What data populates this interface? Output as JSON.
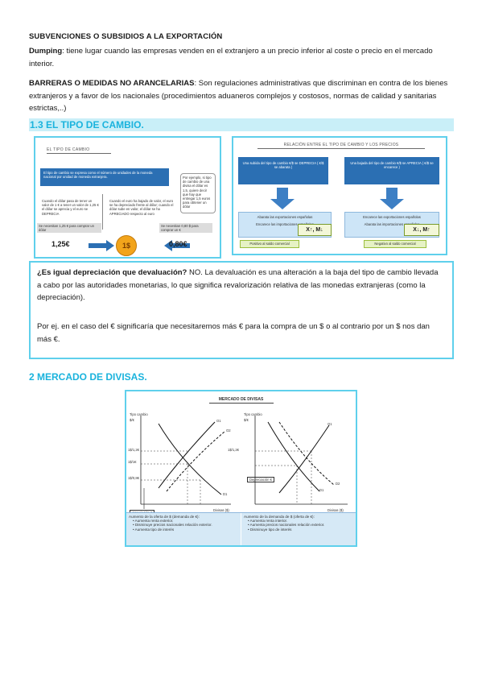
{
  "subsidies": {
    "heading": "SUBVENCIONES O SUBSIDIOS A LA EXPORTACIÓN",
    "dumping_term": "Dumping",
    "dumping_text": ": tiene lugar cuando las empresas venden en el extranjero a un precio inferior al coste o precio en el mercado interior.",
    "barriers_term": "BARRERAS O MEDIDAS NO ARANCELARIAS",
    "barriers_text": ": Son regulaciones administrativas que discriminan en contra de los bienes extranjeros y a favor de los nacionales (procedimientos aduaneros complejos y costosos, normas de calidad y sanitarias estrictas,..)"
  },
  "section_exchange": {
    "title": "1.3 EL TIPO DE CAMBIO.",
    "slide1": {
      "title": "EL TIPO DE CAMBIO",
      "blue_box": "El tipo de cambio se expresa como el número de unidades de la moneda nacional por unidad de moneda extranjera.",
      "side_note": "Por ejemplo, si tipo de cambio de una divisa el dólar es 1,5, quiere decir que hay que entregar 1,5 euros para obtener un dólar",
      "left_text": "Cuando el dólar pasa de tener un valor de 1 € a tener un valor de 1,25 € el dólar se aprecia y el euro se DEPRECIA",
      "right_text": "Cuando el euro ha bajado de valor, el euro se ha depreciado frente al dólar; cuando el dólar sube en valor, el dólar se ha APRECIADO respecto al euro",
      "bottom_left": "Se necesitan 1,25 € para comprar un dólar",
      "bottom_right": "Se necesitan 0,80 $ para comprar un €",
      "val_left": "1,25€",
      "val_right": "0,80€",
      "coin": "1$"
    },
    "slide2": {
      "title": "RELACIÓN ENTRE EL TIPO DE CAMBIO Y LOS PRECIOS",
      "left_top": "Una subida del tipo de cambio €/$ se DEPRECIA ( €/$ se abarata )",
      "right_top": "Una bajada del tipo de cambio €/$ se APRECIA ( €/$ se encarece )",
      "left_mid1": "Abarata las exportaciones españolas",
      "left_mid2": "Encarece las importaciones españolas",
      "right_mid1": "Encarece las exportaciones españolas",
      "right_mid2": "Abarata las importaciones españolas",
      "left_tag": "X↑, M↓",
      "right_tag": "X↓, M↑",
      "left_result": "Positivo al saldo comercial",
      "right_result": "Negativo al saldo comercial"
    }
  },
  "question": {
    "q_bold": "¿Es igual depreciación que devaluación?",
    "q_text": " NO. La devaluación es una alteración a la baja del tipo de cambio llevada a cabo por las autoridades monetarias, lo que significa revalorización relativa de las monedas extranjeras (como la depreciación).",
    "example": "Por ej. en el caso del € significaría que necesitaremos más € para la compra de un $ o al contrario por un $ nos dan más €."
  },
  "section_forex": {
    "title": "2 MERCADO DE DIVISAS.",
    "figure": {
      "title": "MERCADO DE DIVISAS",
      "left_ylabel1": "Tipo cambio",
      "left_ylabel2": "$/€",
      "right_ylabel1": "Tipo cambio",
      "right_ylabel2": "$/€",
      "left_xlabel": "Divisas ($)",
      "right_xlabel": "Divisas ($)",
      "left_ticks": [
        "1$/1,2€",
        "1$/1€",
        "1$/0,8€"
      ],
      "right_ticks": [
        "1$/1,2€"
      ],
      "curve_o1": "O1",
      "curve_o2": "O2",
      "curve_d1": "D1",
      "curve_d2": "D2",
      "left_note": "Apreciación €",
      "right_note": "Depreciación €",
      "left_caption": "Aumento de la oferta de $ (demanda de €):",
      "left_items": [
        "Aumenta renta exterior.",
        "Disminuye precios nacionales relación exterior.",
        "Aumenta tipo de interés"
      ],
      "right_caption": "Aumento de la demanda de $ (oferta de €):",
      "right_items": [
        "Aumenta renta interior.",
        "Aumenta precios nacionales relación exterior.",
        "Disminuye tipo de interés"
      ]
    }
  }
}
